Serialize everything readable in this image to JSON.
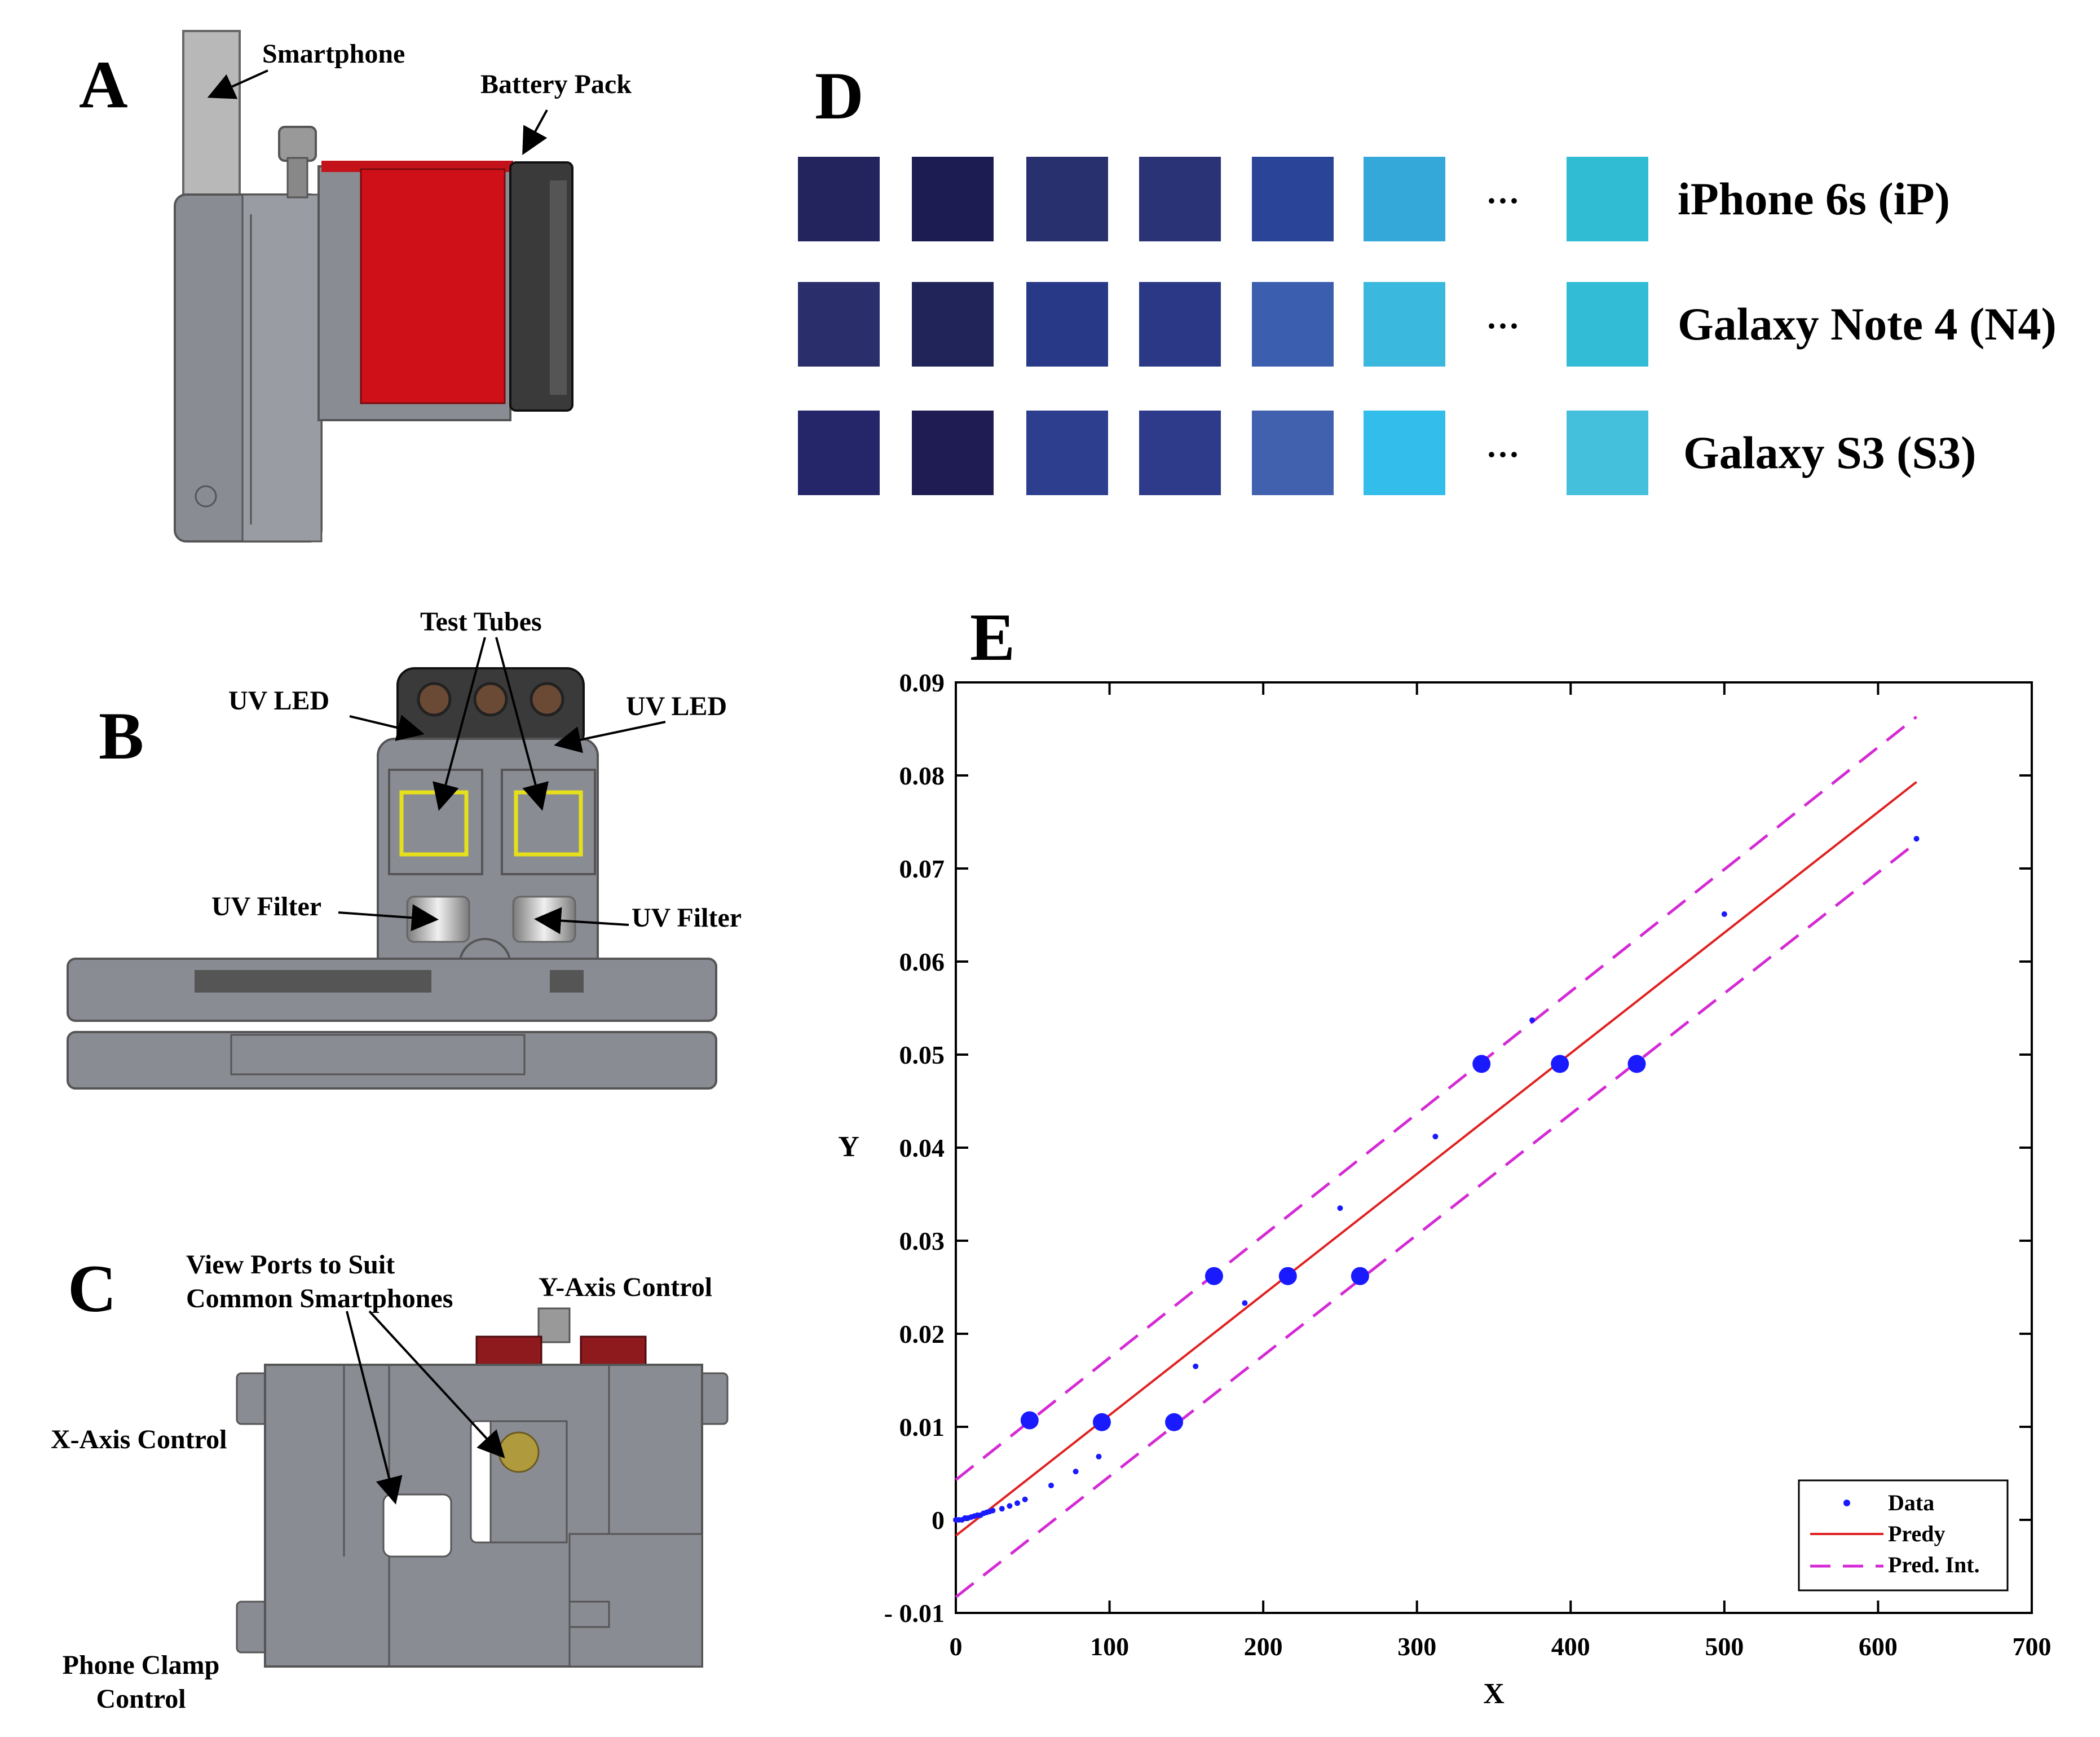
{
  "panels": {
    "A": {
      "letter": "A",
      "labels": {
        "smartphone": "Smartphone",
        "battery": "Battery Pack"
      }
    },
    "B": {
      "letter": "B",
      "labels": {
        "test_tubes": "Test Tubes",
        "uv_led_left": "UV LED",
        "uv_led_right": "UV LED",
        "uv_filter_left": "UV Filter",
        "uv_filter_right": "UV Filter"
      }
    },
    "C": {
      "letter": "C",
      "labels": {
        "view_ports_1": "View Ports to Suit",
        "view_ports_2": "Common Smartphones",
        "y_axis": "Y-Axis Control",
        "x_axis": "X-Axis Control",
        "clamp_1": "Phone  Clamp",
        "clamp_2": "Control"
      }
    },
    "D": {
      "letter": "D",
      "ellipsis": "···",
      "rows": [
        {
          "device": "iPhone 6s (iP)",
          "colors": [
            "#23235e",
            "#1c1c52",
            "#28306e",
            "#2b3377",
            "#2a4498",
            "#34a8d8"
          ],
          "last_color": "#30bcd2"
        },
        {
          "device": "Galaxy Note 4 (N4)",
          "colors": [
            "#2a2e6a",
            "#212459",
            "#283a87",
            "#2a3885",
            "#3b5fae",
            "#3bb8dd"
          ],
          "last_color": "#33bcd6"
        },
        {
          "device": "Galaxy S3 (S3)",
          "colors": [
            "#25256a",
            "#1e1c53",
            "#2d3e8e",
            "#2e3a8a",
            "#4160ae",
            "#33bdeb"
          ],
          "last_color": "#44c0dc"
        }
      ]
    },
    "E": {
      "letter": "E"
    }
  },
  "chart_data": {
    "type": "scatter",
    "xlabel": "X",
    "ylabel": "Y",
    "xlim": [
      0,
      700
    ],
    "ylim": [
      -0.01,
      0.09
    ],
    "x_ticks": [
      0,
      100,
      200,
      300,
      400,
      500,
      600,
      700
    ],
    "y_ticks": [
      -0.01,
      0,
      0.01,
      0.02,
      0.03,
      0.04,
      0.05,
      0.06,
      0.07,
      0.08,
      0.09
    ],
    "x_tick_labels": [
      "0",
      "100",
      "200",
      "300",
      "400",
      "500",
      "600",
      "700"
    ],
    "y_tick_labels": [
      "- 0.01",
      "0",
      "0.01",
      "0.02",
      "0.03",
      "0.04",
      "0.05",
      "0.06",
      "0.07",
      "0.08",
      "0.09"
    ],
    "legend_position": "bottom-right",
    "legend": [
      "Data",
      "Predy",
      "Pred. Int."
    ],
    "series": [
      {
        "name": "Data",
        "kind": "points",
        "color": "#1a1aff",
        "points": [
          [
            0,
            0.0
          ],
          [
            2,
            0.0
          ],
          [
            4,
            0.0
          ],
          [
            6,
            0.0002
          ],
          [
            8,
            0.0002
          ],
          [
            10,
            0.0003
          ],
          [
            12,
            0.0004
          ],
          [
            14,
            0.0005
          ],
          [
            16,
            0.0005
          ],
          [
            18,
            0.0007
          ],
          [
            20,
            0.0008
          ],
          [
            22,
            0.0009
          ],
          [
            24,
            0.001
          ],
          [
            30,
            0.0012
          ],
          [
            35,
            0.0015
          ],
          [
            40,
            0.0018
          ],
          [
            45,
            0.0022
          ],
          [
            48,
            0.0107
          ],
          [
            62,
            0.0037
          ],
          [
            78,
            0.0052
          ],
          [
            93,
            0.0068
          ],
          [
            95,
            0.0105
          ],
          [
            142,
            0.0105
          ],
          [
            156,
            0.0165
          ],
          [
            168,
            0.0262
          ],
          [
            188,
            0.0233
          ],
          [
            216,
            0.0262
          ],
          [
            250,
            0.0335
          ],
          [
            263,
            0.0262
          ],
          [
            312,
            0.0412
          ],
          [
            342,
            0.049
          ],
          [
            375,
            0.0537
          ],
          [
            393,
            0.049
          ],
          [
            443,
            0.049
          ],
          [
            500,
            0.0651
          ],
          [
            625,
            0.0732
          ]
        ],
        "large_points": [
          [
            48,
            0.0107
          ],
          [
            95,
            0.0105
          ],
          [
            142,
            0.0105
          ],
          [
            168,
            0.0262
          ],
          [
            216,
            0.0262
          ],
          [
            263,
            0.0262
          ],
          [
            342,
            0.049
          ],
          [
            393,
            0.049
          ],
          [
            443,
            0.049
          ]
        ]
      },
      {
        "name": "Predy",
        "kind": "line",
        "color": "#e02020",
        "x": [
          0,
          625
        ],
        "y": [
          -0.0017,
          0.0793
        ]
      },
      {
        "name": "Pred. Int.",
        "kind": "dashed",
        "color": "#d42ad4",
        "upper": {
          "x": [
            0,
            625
          ],
          "y": [
            0.0043,
            0.0863
          ]
        },
        "lower": {
          "x": [
            0,
            625
          ],
          "y": [
            -0.0083,
            0.0728
          ]
        }
      }
    ]
  }
}
